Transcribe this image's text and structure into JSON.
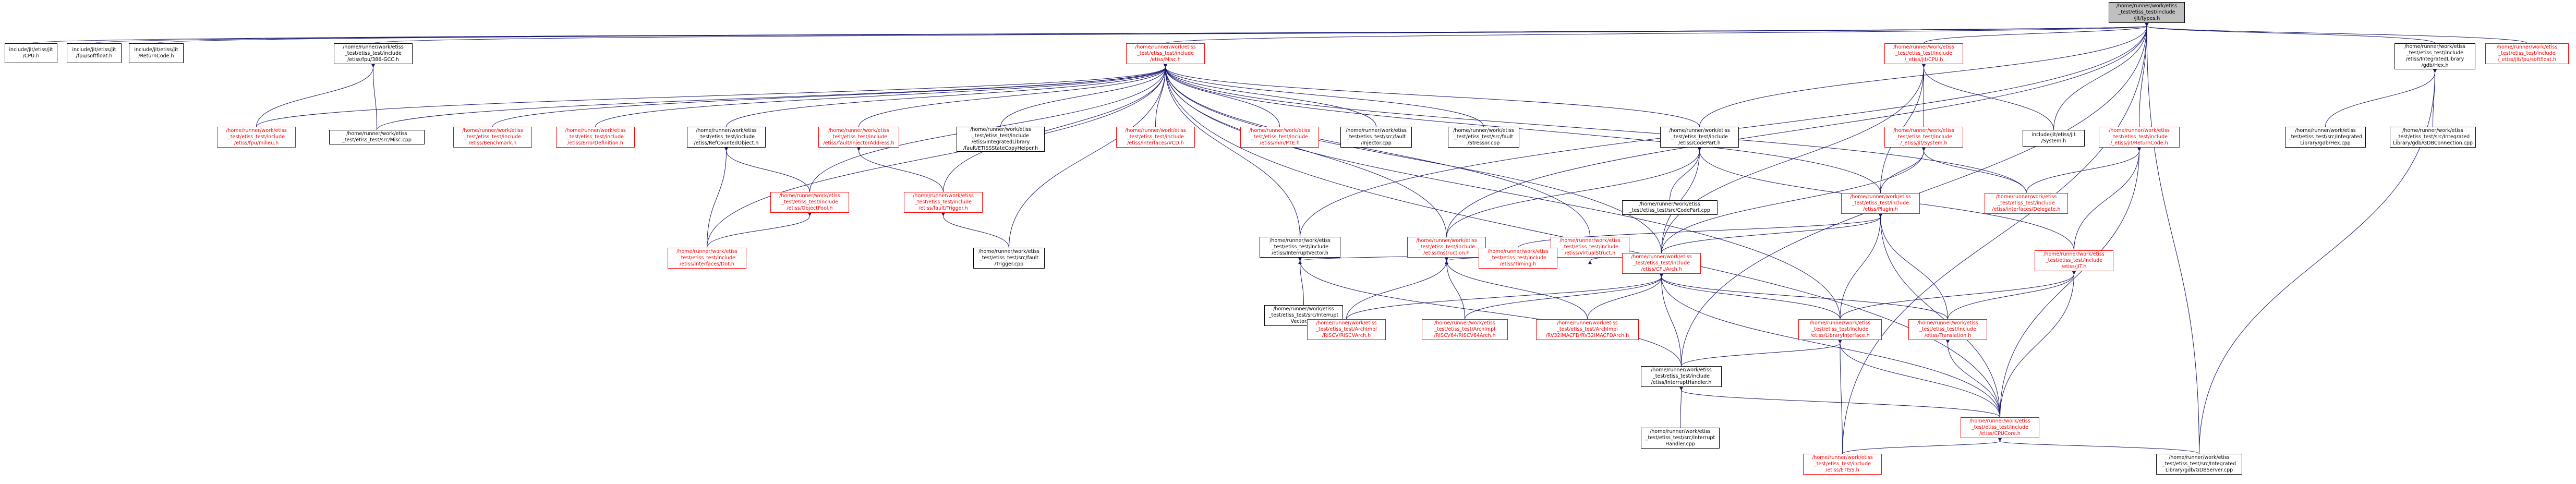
{
  "colors": {
    "edge": "#191970",
    "external_border": "#ff0000",
    "external_text": "#ff0000",
    "root_fill": "#bfbfbf",
    "node_border": "#000000"
  },
  "nodes": [
    {
      "id": "n_types",
      "label": "/home/runner/work/etiss\n_test/etiss_test/include\n/jit/types.h",
      "kind": "root"
    },
    {
      "id": "n_cpuh",
      "label": "include/jit/etiss/jit\n/CPU.h",
      "kind": "normal"
    },
    {
      "id": "n_fpusoft",
      "label": "include/jit/etiss/jit\n/fpu/softfloat.h",
      "kind": "normal"
    },
    {
      "id": "n_retcode",
      "label": "include/jit/etiss/jit\n/ReturnCode.h",
      "kind": "normal"
    },
    {
      "id": "n_fpu386",
      "label": "/home/runner/work/etiss\n_test/etiss_test/include\n/etiss/fpu/386-GCC.h",
      "kind": "normal"
    },
    {
      "id": "n_misc",
      "label": "/home/runner/work/etiss\n_test/etiss_test/include\n/etiss/Misc.h",
      "kind": "ext"
    },
    {
      "id": "n_cpujit",
      "label": "/home/runner/work/etiss\n_test/etiss_test/include\n/_etiss/jit/CPU.h",
      "kind": "ext"
    },
    {
      "id": "n_gdbhex",
      "label": "/home/runner/work/etiss\n_test/etiss_test/include\n/etiss/IntegratedLibrary\n/gdb/Hex.h",
      "kind": "normal"
    },
    {
      "id": "n_jitsoftfloat",
      "label": "/home/runner/work/etiss\n_test/etiss_test/include\n/_etiss/jit/fpu/softfloat.h",
      "kind": "ext"
    },
    {
      "id": "n_fpumilieu",
      "label": "/home/runner/work/etiss\n_test/etiss_test/include\n/etiss/fpu/milieu.h",
      "kind": "ext"
    },
    {
      "id": "n_misccpp",
      "label": "/home/runner/work/etiss\n_test/etiss_test/src/Misc.cpp",
      "kind": "normal"
    },
    {
      "id": "n_bench",
      "label": "/home/runner/work/etiss\n_test/etiss_test/include\n/etiss/Benchmark.h",
      "kind": "ext"
    },
    {
      "id": "n_errdef",
      "label": "/home/runner/work/etiss\n_test/etiss_test/include\n/etiss/ErrorDefinition.h",
      "kind": "ext"
    },
    {
      "id": "n_refcnt",
      "label": "/home/runner/work/etiss\n_test/etiss_test/include\n/etiss/RefCountedObject.h",
      "kind": "normal"
    },
    {
      "id": "n_injaddr",
      "label": "/home/runner/work/etiss\n_test/etiss_test/include\n/etiss/fault/InjectorAddress.h",
      "kind": "ext"
    },
    {
      "id": "n_statecopy",
      "label": "/home/runner/work/etiss\n_test/etiss_test/include\n/etiss/IntegratedLibrary\n/fault/ETISSStateCopyHelper.h",
      "kind": "normal"
    },
    {
      "id": "n_ivcd",
      "label": "/home/runner/work/etiss\n_test/etiss_test/include\n/etiss/interfaces/VCD.h",
      "kind": "ext"
    },
    {
      "id": "n_mmpte",
      "label": "/home/runner/work/etiss\n_test/etiss_test/include\n/etiss/mm/PTE.h",
      "kind": "ext"
    },
    {
      "id": "n_injcpp",
      "label": "/home/runner/work/etiss\n_test/etiss_test/src/fault\n/Injector.cpp",
      "kind": "normal"
    },
    {
      "id": "n_stresscpp",
      "label": "/home/runner/work/etiss\n_test/etiss_test/src/fault\n/Stressor.cpp",
      "kind": "normal"
    },
    {
      "id": "n_codepart",
      "label": "/home/runner/work/etiss\n_test/etiss_test/include\n/etiss/CodePart.h",
      "kind": "normal"
    },
    {
      "id": "n_jitsystem",
      "label": "/home/runner/work/etiss\n_test/etiss_test/include\n/_etiss/jit/System.h",
      "kind": "ext"
    },
    {
      "id": "n_incsys",
      "label": "include/jit/etiss/jit\n/System.h",
      "kind": "normal"
    },
    {
      "id": "n_jitretcode",
      "label": "/home/runner/work/etiss\n_test/etiss_test/include\n/_etiss/jit/ReturnCode.h",
      "kind": "ext"
    },
    {
      "id": "n_hexcpp",
      "label": "/home/runner/work/etiss\n_test/etiss_test/src/Integrated\nLibrary/gdb/Hex.cpp",
      "kind": "normal"
    },
    {
      "id": "n_gdbconn",
      "label": "/home/runner/work/etiss\n_test/etiss_test/src/Integrated\nLibrary/gdb/GDBConnection.cpp",
      "kind": "normal"
    },
    {
      "id": "n_objpool",
      "label": "/home/runner/work/etiss\n_test/etiss_test/include\n/etiss/ObjectPool.h",
      "kind": "ext"
    },
    {
      "id": "n_trigger",
      "label": "/home/runner/work/etiss\n_test/etiss_test/include\n/etiss/fault/Trigger.h",
      "kind": "ext"
    },
    {
      "id": "n_intvec",
      "label": "/home/runner/work/etiss\n_test/etiss_test/include\n/etiss/InterruptVector.h",
      "kind": "normal"
    },
    {
      "id": "n_instr",
      "label": "/home/runner/work/etiss\n_test/etiss_test/include\n/etiss/Instruction.h",
      "kind": "ext"
    },
    {
      "id": "n_virtstruct",
      "label": "/home/runner/work/etiss\n_test/etiss_test/include\n/etiss/VirtualStruct.h",
      "kind": "ext"
    },
    {
      "id": "n_codepartcpp",
      "label": "/home/runner/work/etiss\n_test/etiss_test/src/CodePart.cpp",
      "kind": "normal"
    },
    {
      "id": "n_plugin",
      "label": "/home/runner/work/etiss\n_test/etiss_test/include\n/etiss/Plugin.h",
      "kind": "ext"
    },
    {
      "id": "n_delegate",
      "label": "/home/runner/work/etiss\n_test/etiss_test/include\n/etiss/interfaces/Delegate.h",
      "kind": "ext"
    },
    {
      "id": "n_dot",
      "label": "/home/runner/work/etiss\n_test/etiss_test/include\n/etiss/interfaces/Dot.h",
      "kind": "ext"
    },
    {
      "id": "n_triggercpp",
      "label": "/home/runner/work/etiss\n_test/etiss_test/src/fault\n/Trigger.cpp",
      "kind": "normal"
    },
    {
      "id": "n_intveccpp",
      "label": "/home/runner/work/etiss\n_test/etiss_test/src/Interrupt\nVector.cpp",
      "kind": "normal"
    },
    {
      "id": "n_timing",
      "label": "/home/runner/work/etiss\n_test/etiss_test/include\n/etiss/Timing.h",
      "kind": "ext"
    },
    {
      "id": "n_cpuarch",
      "label": "/home/runner/work/etiss\n_test/etiss_test/include\n/etiss/CPUArch.h",
      "kind": "ext"
    },
    {
      "id": "n_jith",
      "label": "/home/runner/work/etiss\n_test/etiss_test/include\n/etiss/JIT.h",
      "kind": "ext"
    },
    {
      "id": "n_riscv",
      "label": "/home/runner/work/etiss\n_test/etiss_test/ArchImpl\n/RISCV/RISCVArch.h",
      "kind": "ext"
    },
    {
      "id": "n_riscv64",
      "label": "/home/runner/work/etiss\n_test/etiss_test/ArchImpl\n/RISCV64/RISCV64Arch.h",
      "kind": "ext"
    },
    {
      "id": "n_rv32",
      "label": "/home/runner/work/etiss\n_test/etiss_test/ArchImpl\n/RV32IMACFD/RV32IMACFDArch.h",
      "kind": "ext"
    },
    {
      "id": "n_libiface",
      "label": "/home/runner/work/etiss\n_test/etiss_test/include\n/etiss/LibraryInterface.h",
      "kind": "ext"
    },
    {
      "id": "n_transl",
      "label": "/home/runner/work/etiss\n_test/etiss_test/include\n/etiss/Translation.h",
      "kind": "ext"
    },
    {
      "id": "n_inthandler",
      "label": "/home/runner/work/etiss\n_test/etiss_test/include\n/etiss/InterruptHandler.h",
      "kind": "normal"
    },
    {
      "id": "n_inthandlercpp",
      "label": "/home/runner/work/etiss\n_test/etiss_test/src/Interrupt\nHandler.cpp",
      "kind": "normal"
    },
    {
      "id": "n_cpucore",
      "label": "/home/runner/work/etiss\n_test/etiss_test/include\n/etiss/CPUCore.h",
      "kind": "ext"
    },
    {
      "id": "n_etissh",
      "label": "/home/runner/work/etiss\n_test/etiss_test/include\n/etiss/ETISS.h",
      "kind": "ext"
    },
    {
      "id": "n_gdbserver",
      "label": "/home/runner/work/etiss\n_test/etiss_test/src/Integrated\nLibrary/gdb/GDBServer.cpp",
      "kind": "normal"
    }
  ]
}
